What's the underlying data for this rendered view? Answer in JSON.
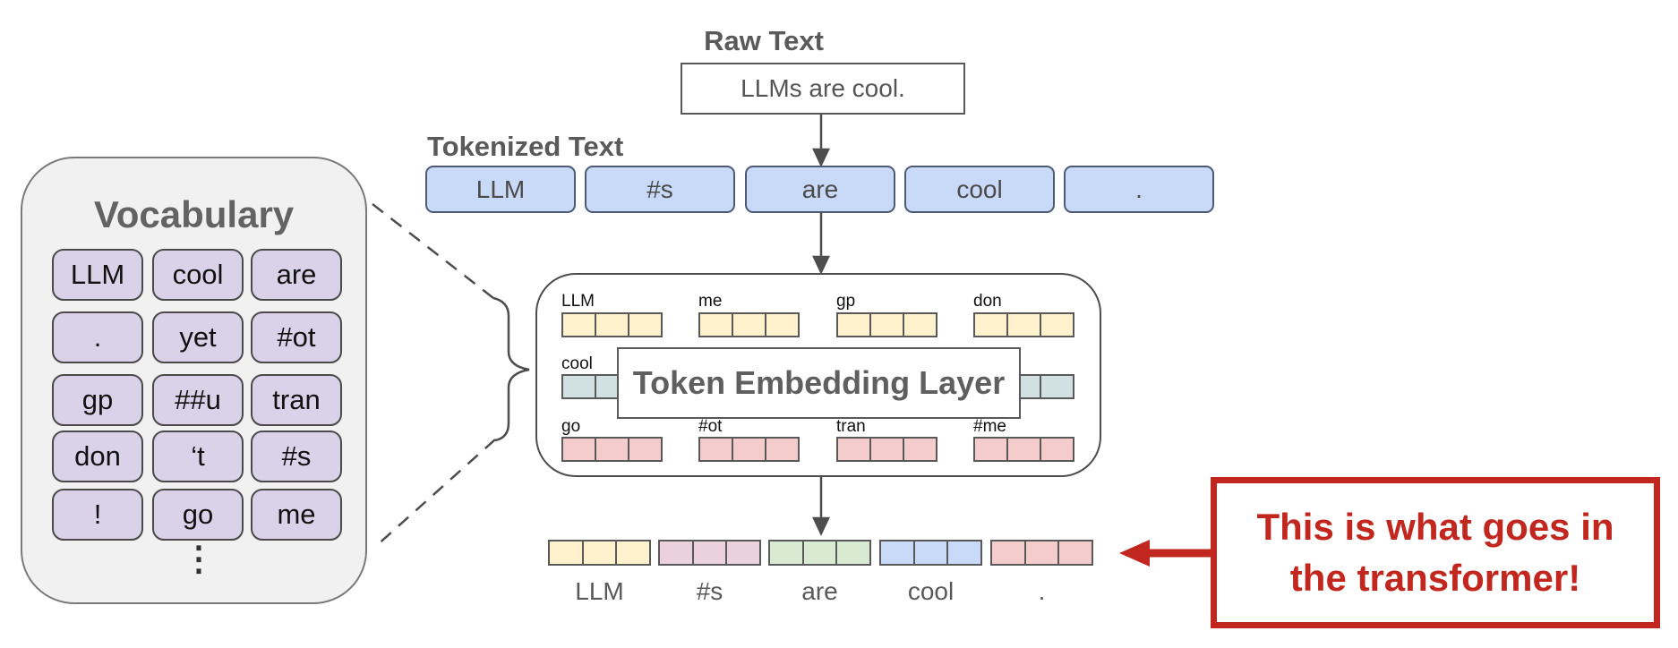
{
  "raw_text": {
    "label": "Raw Text",
    "value": "LLMs are cool."
  },
  "tokenized": {
    "label": "Tokenized Text",
    "tokens": [
      "LLM",
      "#s",
      "are",
      "cool",
      "."
    ]
  },
  "vocabulary": {
    "title": "Vocabulary",
    "rows": [
      [
        "LLM",
        "cool",
        "are"
      ],
      [
        ".",
        "yet",
        "#ot"
      ],
      [
        "gp",
        "##u",
        "tran"
      ],
      [
        "don",
        "‘t",
        "#s"
      ],
      [
        "!",
        "go",
        "me"
      ]
    ],
    "ellipsis": "⋮"
  },
  "embedding_layer": {
    "title": "Token Embedding Layer",
    "rows": [
      {
        "color": "#FFF2CC",
        "tokens": [
          "LLM",
          "me",
          "gp",
          "don"
        ]
      },
      {
        "color": "#D0E0E3",
        "tokens": [
          "cool"
        ]
      },
      {
        "color": "#F4CCCC",
        "tokens": [
          "go",
          "#ot",
          "tran",
          "#me"
        ]
      }
    ]
  },
  "output_vectors": {
    "labels": [
      "LLM",
      "#s",
      "are",
      "cool",
      "."
    ],
    "colors": [
      "#FFF2CC",
      "#EAD1DC",
      "#D9EAD3",
      "#C9DAF8",
      "#F4CCCC"
    ]
  },
  "callout": {
    "line1": "This is what goes in",
    "line2": "the transformer!",
    "color": "#C1271E"
  }
}
